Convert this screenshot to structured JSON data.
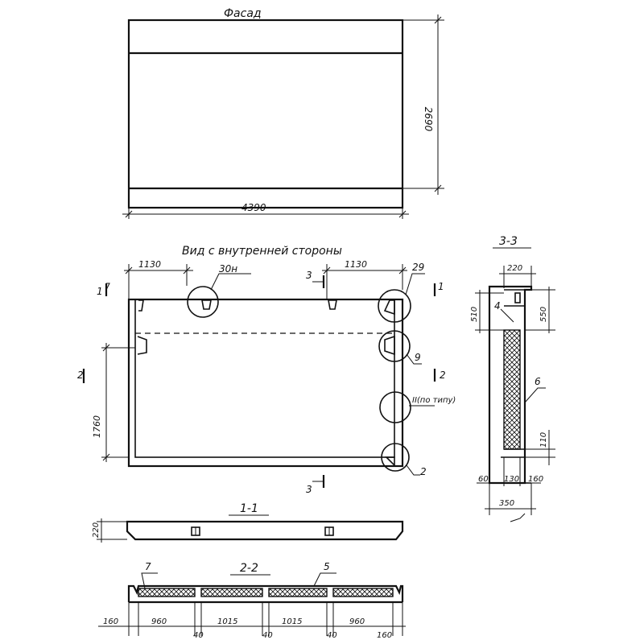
{
  "facade": {
    "title": "Фасад",
    "width_label": "4390",
    "height_label": "2690"
  },
  "inner_view": {
    "title": "Вид с внутренней стороны",
    "dim_left_top": "1130",
    "dim_right_top": "1130",
    "dim_left_height": "1760",
    "callout_30n": "30н",
    "callout_29": "29",
    "callout_9": "9",
    "callout_ii": "II(по типу)",
    "callout_2": "2",
    "cut_1_left": "1",
    "cut_1_right": "1",
    "cut_2_left": "2",
    "cut_2_right": "2",
    "cut_3_top": "3",
    "cut_3_bottom": "3"
  },
  "section_1_1": {
    "title": "1-1",
    "thickness_label": "220"
  },
  "section_2_2": {
    "title": "2-2",
    "callout_7": "7",
    "callout_5": "5",
    "dims_top": [
      "160",
      "960",
      "1015",
      "1015",
      "960"
    ],
    "dims_bottom": [
      "40",
      "40",
      "40",
      "160"
    ]
  },
  "section_3_3": {
    "title": "3-3",
    "dim_220": "220",
    "dim_510": "510",
    "dim_550": "550",
    "callout_4": "4",
    "callout_6": "6",
    "dim_110": "110",
    "dim_60": "60",
    "dim_130": "130",
    "dim_160": "160",
    "dim_350": "350"
  }
}
